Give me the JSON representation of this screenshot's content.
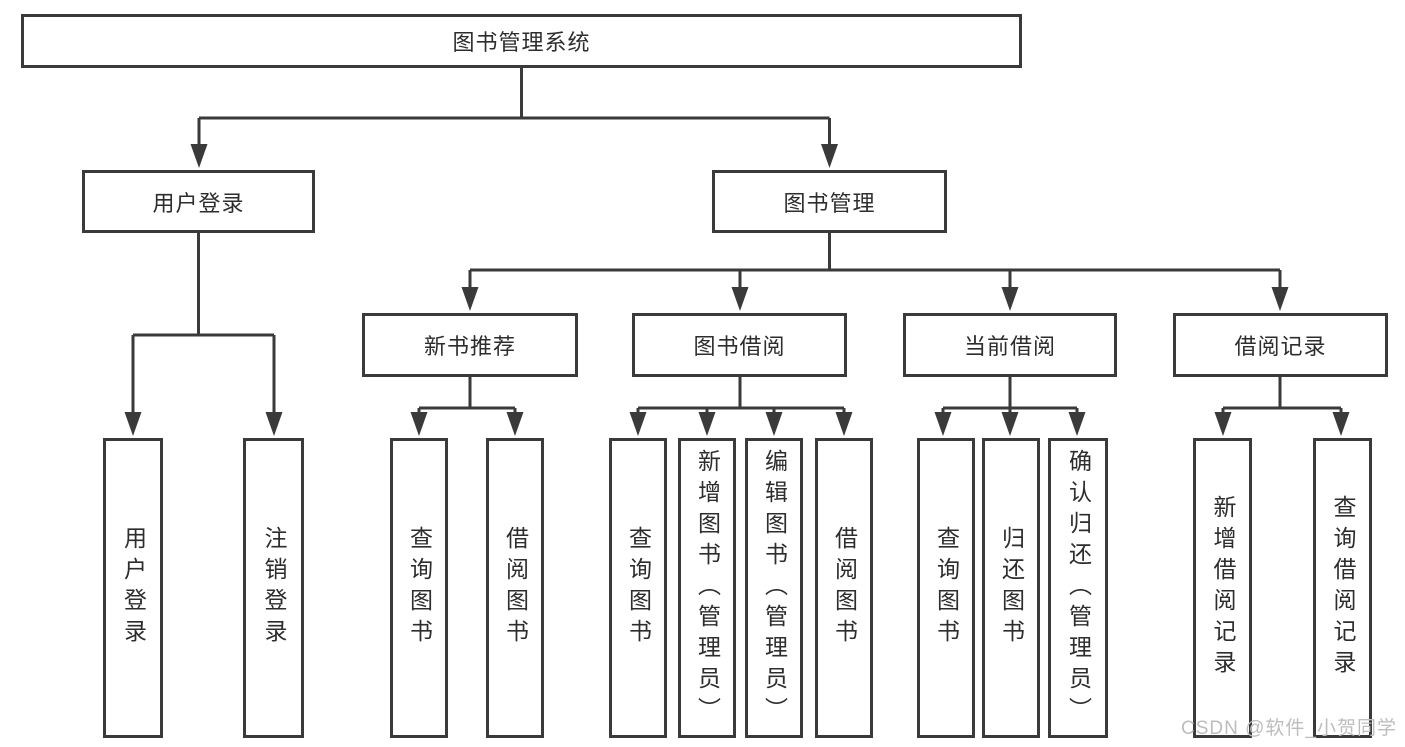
{
  "diagram": {
    "type": "tree",
    "tree": {
      "root": {
        "label": "图书管理系统",
        "children": [
          {
            "label": "用户登录",
            "children": [
              {
                "label": "用户登录"
              },
              {
                "label": "注销登录"
              }
            ]
          },
          {
            "label": "图书管理",
            "children": [
              {
                "label": "新书推荐",
                "children": [
                  {
                    "label": "查询图书"
                  },
                  {
                    "label": "借阅图书"
                  }
                ]
              },
              {
                "label": "图书借阅",
                "children": [
                  {
                    "label": "查询图书"
                  },
                  {
                    "label": "新增图书（管理员）"
                  },
                  {
                    "label": "编辑图书（管理员）"
                  },
                  {
                    "label": "借阅图书"
                  }
                ]
              },
              {
                "label": "当前借阅",
                "children": [
                  {
                    "label": "查询图书"
                  },
                  {
                    "label": "归还图书"
                  },
                  {
                    "label": "确认归还（管理员）"
                  }
                ]
              },
              {
                "label": "借阅记录",
                "children": [
                  {
                    "label": "新增借阅记录"
                  },
                  {
                    "label": "查询借阅记录"
                  }
                ]
              }
            ]
          }
        ]
      }
    },
    "colors": {
      "line": "#3a3a3a",
      "box_border": "#3a3a3a",
      "box_fill": "#ffffff",
      "text": "#2d2d2d",
      "background": "#ffffff",
      "watermark": "#bdbdbd"
    }
  },
  "watermark": {
    "text": "CSDN @软件_小贺同学"
  }
}
